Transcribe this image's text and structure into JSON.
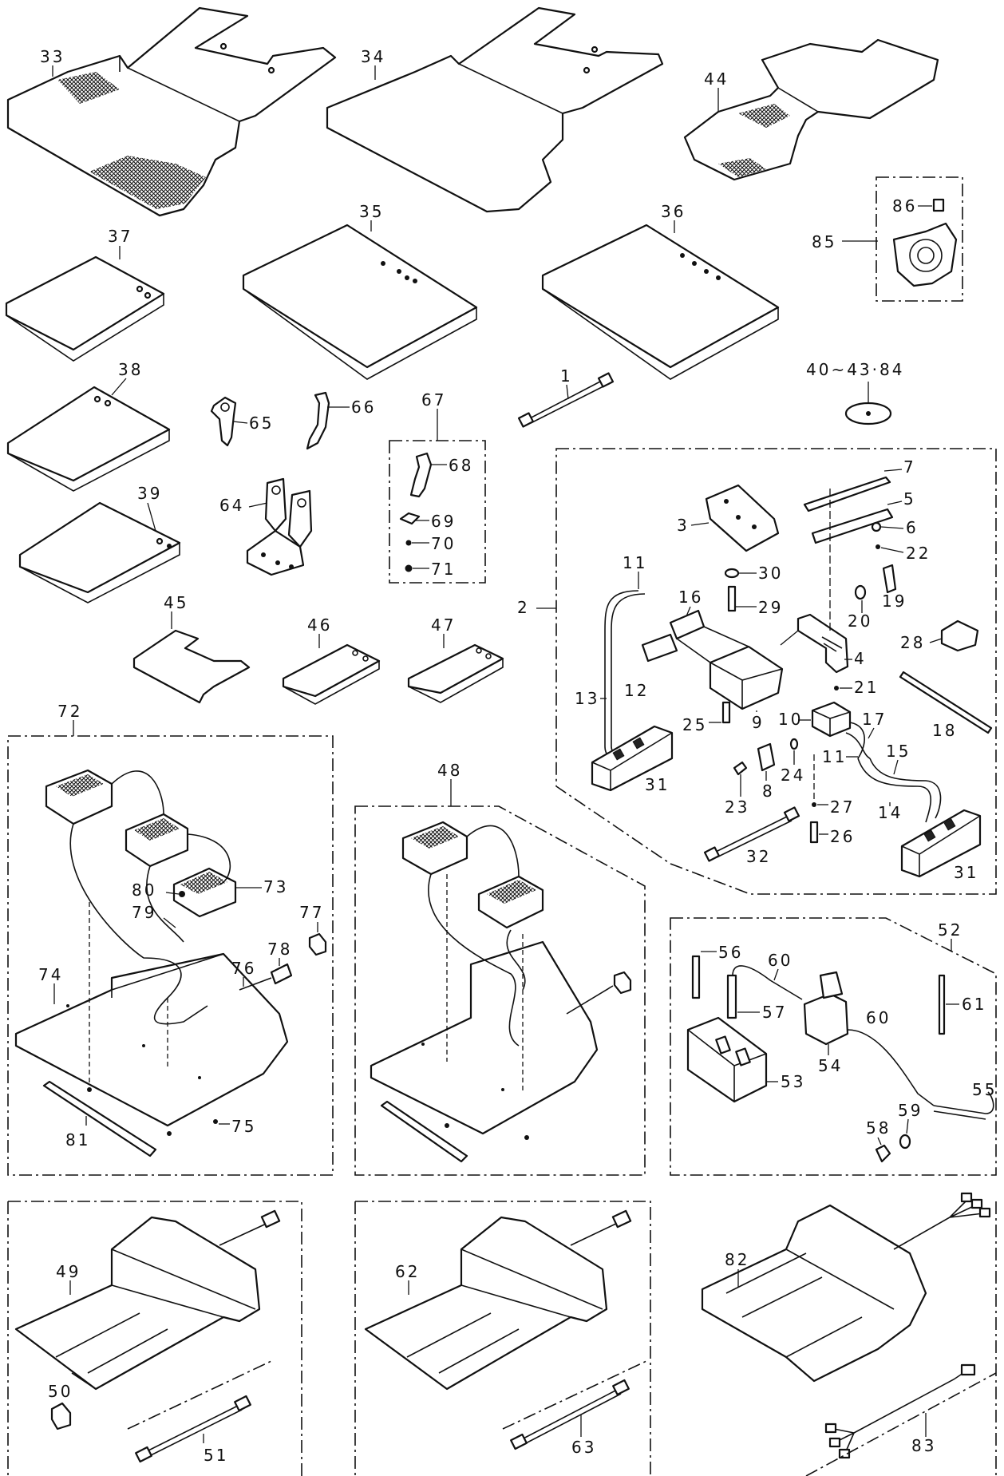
{
  "callouts": {
    "c33": "33",
    "c34": "34",
    "c44": "44",
    "c37": "37",
    "c35": "35",
    "c36": "36",
    "c86": "86",
    "c85": "85",
    "c40_43_84": "40~43·84",
    "c38": "38",
    "c65": "65",
    "c66": "66",
    "c67": "67",
    "c68": "68",
    "c69": "69",
    "c70": "70",
    "c71": "71",
    "c1": "1",
    "c39": "39",
    "c64": "64",
    "c45": "45",
    "c46": "46",
    "c47": "47",
    "c7": "7",
    "c5": "5",
    "c6": "6",
    "c22": "22",
    "c3": "3",
    "c30": "30",
    "c29": "29",
    "c19": "19",
    "c20": "20",
    "c2": "2",
    "c11a": "11",
    "c16": "16",
    "c28": "28",
    "c4": "4",
    "c21": "21",
    "c13": "13",
    "c12": "12",
    "c25": "25",
    "c9": "9",
    "c10": "10",
    "c17": "17",
    "c18": "18",
    "c11b": "11",
    "c15": "15",
    "c24": "24",
    "c31a": "31",
    "c8": "8",
    "c23": "23",
    "c27": "27",
    "c14": "14",
    "c32": "32",
    "c26": "26",
    "c31b": "31",
    "c72": "72",
    "c48": "48",
    "c73": "73",
    "c80": "80",
    "c79": "79",
    "c77": "77",
    "c78": "78",
    "c76": "76",
    "c74": "74",
    "c75": "75",
    "c81": "81",
    "c52": "52",
    "c56": "56",
    "c60a": "60",
    "c61": "61",
    "c57": "57",
    "c60b": "60",
    "c54": "54",
    "c53": "53",
    "c55": "55",
    "c59": "59",
    "c58": "58",
    "c49": "49",
    "c50": "50",
    "c51": "51",
    "c62": "62",
    "c63": "63",
    "c82": "82",
    "c83": "83"
  }
}
